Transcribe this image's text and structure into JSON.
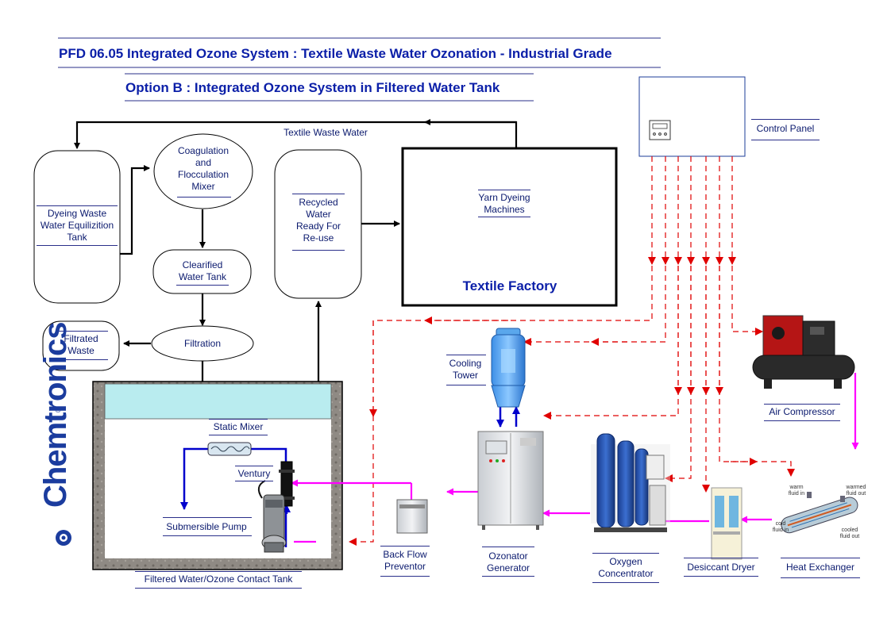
{
  "title": "PFD 06.05 Integrated Ozone System : Textile Waste Water Ozonation - Industrial Grade",
  "subtitle": "Option B : Integrated Ozone System in Filtered Water Tank",
  "brand": "Chemtronics",
  "brand_mark": "®",
  "labels": {
    "textile_waste_water": "Textile Waste Water",
    "equalization_tank": "Dyeing Waste\nWater Equilizition\nTank",
    "coag_mixer": "Coagulation\nand\nFlocculation\nMixer",
    "clarified_tank": "Clearified\nWater Tank",
    "filtration": "Filtration",
    "filtrated_waste": "Filtrated\nWaste",
    "recycled_water": "Recycled\nWater\nReady For\nRe-use",
    "yarn_dyeing": "Yarn Dyeing\nMachines",
    "textile_factory": "Textile Factory",
    "control_panel": "Control Panel",
    "cooling_tower": "Cooling\nTower",
    "air_compressor": "Air Compressor",
    "static_mixer": "Static Mixer",
    "venturi": "Ventury",
    "submersible_pump": "Submersible Pump",
    "contact_tank": "Filtered Water/Ozone Contact Tank",
    "back_flow": "Back Flow\nPreventor",
    "ozonator": "Ozonator\nGenerator",
    "oxygen_concentrator": "Oxygen\nConcentrator",
    "desiccant_dryer": "Desiccant Dryer",
    "heat_exchanger": "Heat Exchanger",
    "warm_fluid_in": "warm\nfluid in",
    "warmed_fluid_out": "warmed\nfluid out",
    "cold_fluid_in": "cold\nfluid in",
    "cooled_fluid_out": "cooled\nfluid out"
  },
  "colors": {
    "title": "#0b1fa8",
    "label": "#0b1a6e",
    "water_line": "#000000",
    "ozone_line": "#ff00ff",
    "oxygen_line": "#0000cc",
    "control_line": "#e00000",
    "water_surface": "#b9ecef",
    "tank_wall": "#8a8580"
  }
}
